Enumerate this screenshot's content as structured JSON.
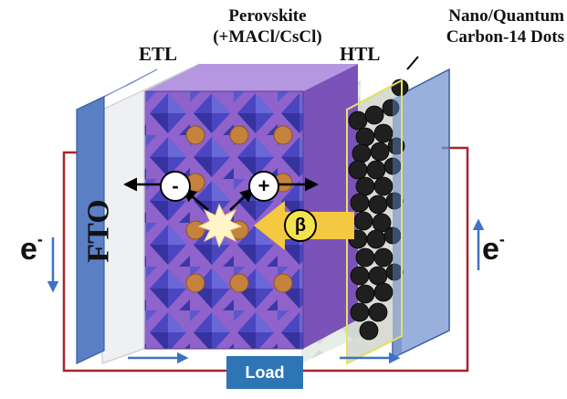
{
  "labels": {
    "etl": "ETL",
    "perovskite": "Perovskite",
    "perovskite_additive": "(+MACl/CsCl)",
    "htl": "HTL",
    "nano_line1": "Nano/Quantum",
    "nano_line2": "Carbon-14 Dots",
    "fto": "FTO",
    "electron": "e",
    "electron_sup": "-",
    "load": "Load",
    "minus": "-",
    "plus": "+",
    "beta": "β"
  },
  "colors": {
    "fto_blue": "#5b7fc4",
    "perovskite_purple": "#8c5fc9",
    "octahedra_blue": "#4c4cc4",
    "ion_orange": "#c4823c",
    "dot_black": "#1f1f1f",
    "htl_border": "#e6e064",
    "wire_red": "#a8242c",
    "arrow_blue": "#3e72c6",
    "beta_yellow": "#f5c842",
    "load_blue": "#2e75b6"
  }
}
